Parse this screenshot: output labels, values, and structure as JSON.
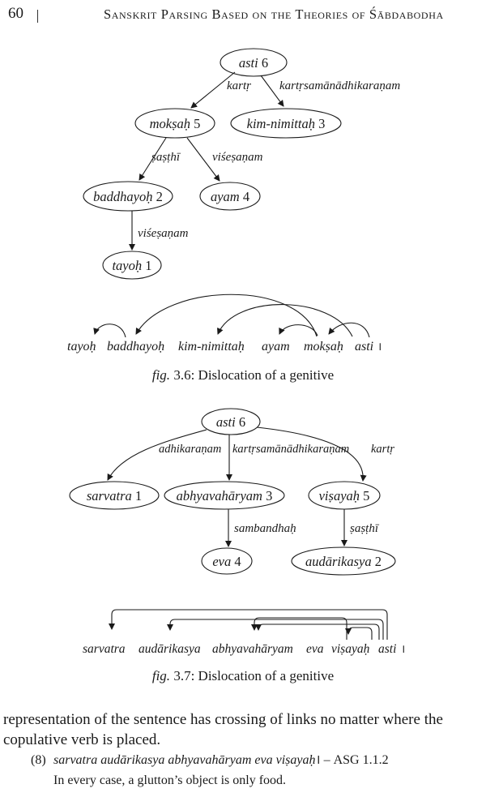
{
  "header": {
    "page_number": "60",
    "running_head": "Sanskrit Parsing Based on the Theories of Śābdabodha"
  },
  "figure_3_6": {
    "tree": {
      "nodes": [
        {
          "id": "asti",
          "word": "asti",
          "num": "6"
        },
        {
          "id": "moksah",
          "word": "mokṣaḥ",
          "num": "5"
        },
        {
          "id": "kimnimittah",
          "word": "kim-nimittaḥ",
          "num": "3"
        },
        {
          "id": "baddhayoh",
          "word": "baddhayoḥ",
          "num": "2"
        },
        {
          "id": "ayam",
          "word": "ayam",
          "num": "4"
        },
        {
          "id": "tayoh",
          "word": "tayoḥ",
          "num": "1"
        }
      ],
      "edges": [
        {
          "label": "kartṛ"
        },
        {
          "label": "kartṛsamānādhikaraṇam"
        },
        {
          "label": "ṣaṣṭhī"
        },
        {
          "label": "viśeṣaṇam"
        },
        {
          "label": "viśeṣaṇam"
        }
      ]
    },
    "linear_words": [
      "tayoḥ",
      "baddhayoḥ",
      "kim-nimittaḥ",
      "ayam",
      "mokṣaḥ",
      "asti"
    ],
    "danda": "।",
    "caption_label": "fig.",
    "caption_text": " 3.6: Dislocation of a genitive"
  },
  "figure_3_7": {
    "tree": {
      "nodes": [
        {
          "id": "asti",
          "word": "asti",
          "num": "6"
        },
        {
          "id": "sarvatra",
          "word": "sarvatra",
          "num": "1"
        },
        {
          "id": "abhyavaharyam",
          "word": "abhyavahāryam",
          "num": "3"
        },
        {
          "id": "visayah",
          "word": "viṣayaḥ",
          "num": "5"
        },
        {
          "id": "eva",
          "word": "eva",
          "num": "4"
        },
        {
          "id": "audarikasya",
          "word": "audārikasya",
          "num": "2"
        }
      ],
      "edges": [
        {
          "label": "adhikaraṇam"
        },
        {
          "label": "kartṛsamānādhikaraṇam"
        },
        {
          "label": "kartṛ"
        },
        {
          "label": "sambandhaḥ"
        },
        {
          "label": "ṣaṣṭhī"
        }
      ]
    },
    "linear_words": [
      "sarvatra",
      "audārikasya",
      "abhyavahāryam",
      "eva",
      "viṣayaḥ",
      "asti"
    ],
    "danda": "।",
    "caption_label": "fig.",
    "caption_text": " 3.7: Dislocation of a genitive"
  },
  "body": {
    "paragraph": "representation of the sentence has crossing of links no matter where the copulative verb is placed.",
    "example_number": "(8)",
    "example_sanskrit": "sarvatra audārikasya abhyavahāryam eva viṣayaḥ",
    "example_danda": "।",
    "example_source": " – ASG 1.1.2",
    "translation": "In every case, a glutton’s object is only food."
  }
}
